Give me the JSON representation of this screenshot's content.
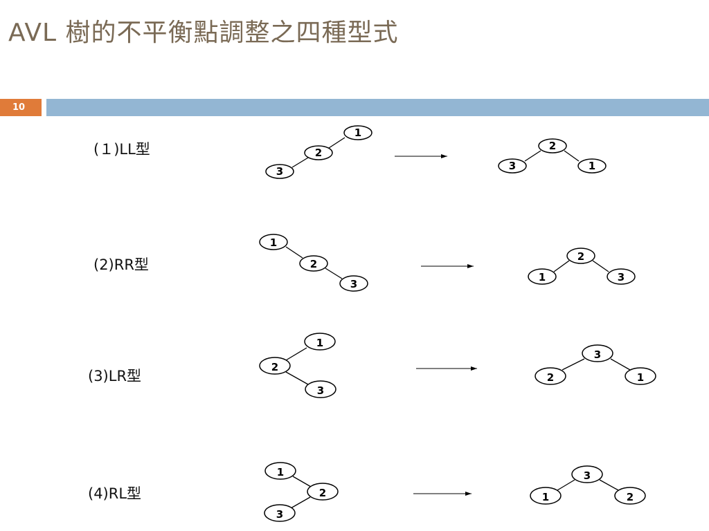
{
  "slide": {
    "title": "AVL 樹的不平衡點調整之四種型式",
    "page_number": "10"
  },
  "cases": [
    {
      "label": "(１)LL型",
      "before": {
        "root": "1",
        "child": "2",
        "grandchild": "3"
      },
      "after": {
        "root": "2",
        "left": "3",
        "right": "1"
      }
    },
    {
      "label": "(2)RR型",
      "before": {
        "root": "1",
        "child": "2",
        "grandchild": "3"
      },
      "after": {
        "root": "2",
        "left": "1",
        "right": "3"
      }
    },
    {
      "label": "(3)LR型",
      "before": {
        "root": "1",
        "child": "2",
        "grandchild": "3"
      },
      "after": {
        "root": "3",
        "left": "2",
        "right": "1"
      }
    },
    {
      "label": "(4)RL型",
      "before": {
        "root": "1",
        "child": "2",
        "grandchild": "3"
      },
      "after": {
        "root": "3",
        "left": "1",
        "right": "2"
      }
    }
  ],
  "colors": {
    "title": "#7a6a55",
    "badge": "#e07b39",
    "bar": "#93b6d3"
  }
}
